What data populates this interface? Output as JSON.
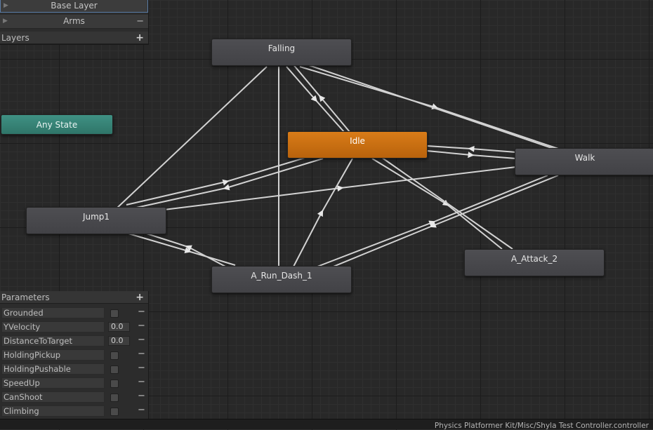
{
  "layers": {
    "items": [
      {
        "name": "Base Layer",
        "active": true
      },
      {
        "name": "Arms",
        "active": false
      }
    ],
    "header": "Layers",
    "add_label": "+",
    "remove_label": "−"
  },
  "states": {
    "any_state": "Any State",
    "falling": "Falling",
    "idle": "Idle",
    "walk": "Walk",
    "jump1": "Jump1",
    "run_dash": "A_Run_Dash_1",
    "attack": "A_Attack_2"
  },
  "colors": {
    "default_state": "#d97c18",
    "any_state": "#3f9184",
    "state": "#4a4a4e",
    "transition": "#d2d2d2"
  },
  "parameters": {
    "header": "Parameters",
    "add_label": "+",
    "remove_label": "−",
    "items": [
      {
        "name": "Grounded",
        "type": "bool"
      },
      {
        "name": "YVelocity",
        "type": "float",
        "value": "0.0"
      },
      {
        "name": "DistanceToTarget",
        "type": "float",
        "value": "0.0"
      },
      {
        "name": "HoldingPickup",
        "type": "bool"
      },
      {
        "name": "HoldingPushable",
        "type": "bool"
      },
      {
        "name": "SpeedUp",
        "type": "bool"
      },
      {
        "name": "CanShoot",
        "type": "bool"
      },
      {
        "name": "Climbing",
        "type": "bool"
      }
    ]
  },
  "status": {
    "path": "Physics Platformer Kit/Misc/Shyla Test Controller.controller"
  }
}
